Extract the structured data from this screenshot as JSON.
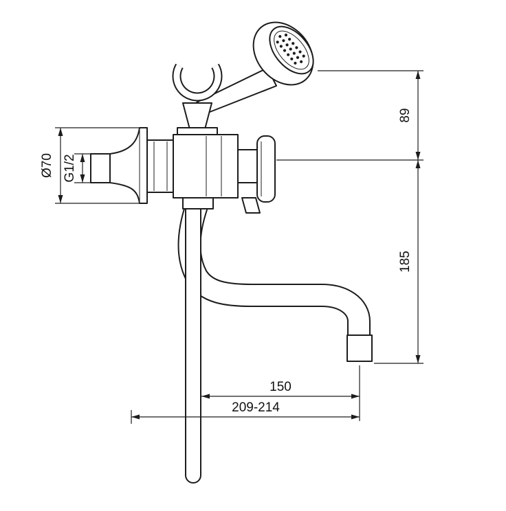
{
  "drawing": {
    "labels": {
      "flange_diameter": "Ø70",
      "thread_size": "G1/2",
      "holder_height": "89",
      "spout_drop": "185",
      "spout_reach": "150",
      "total_depth": "209-214"
    }
  }
}
